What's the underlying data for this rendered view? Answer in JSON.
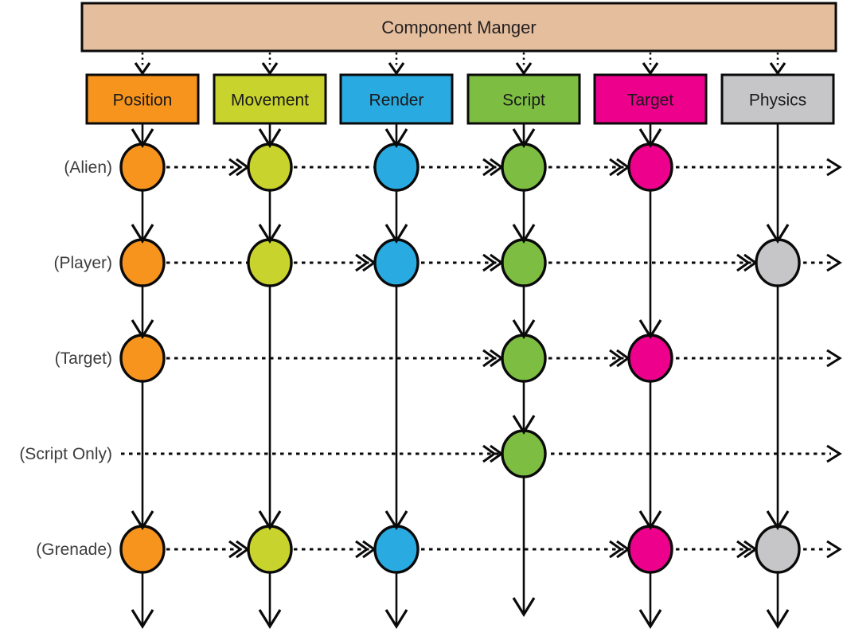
{
  "diagram": {
    "banner": {
      "label": "Component Manger",
      "fill": "#E4BE9D"
    },
    "line_color": "#0A0A0A",
    "label_color": "#3D3D3D",
    "header_text_color": "#1A1A1A",
    "columns": [
      {
        "id": "position",
        "label": "Position",
        "color": "#F7941E"
      },
      {
        "id": "movement",
        "label": "Movement",
        "color": "#C9D32D"
      },
      {
        "id": "render",
        "label": "Render",
        "color": "#29ABE2"
      },
      {
        "id": "script",
        "label": "Script",
        "color": "#7DBE42"
      },
      {
        "id": "target",
        "label": "Target",
        "color": "#EC008C"
      },
      {
        "id": "physics",
        "label": "Physics",
        "color": "#C6C6C8"
      }
    ],
    "rows": [
      {
        "label": "(Alien)",
        "circles": [
          "position",
          "movement",
          "render",
          "script",
          "target"
        ],
        "chevrons_into": [
          "movement",
          "script",
          "target"
        ],
        "dash_from_left": false
      },
      {
        "label": "(Player)",
        "circles": [
          "position",
          "movement",
          "render",
          "script",
          "physics"
        ],
        "chevrons_into": [
          "render",
          "script",
          "physics"
        ],
        "dash_from_left": false
      },
      {
        "label": "(Target)",
        "circles": [
          "position",
          "script",
          "target"
        ],
        "chevrons_into": [
          "script",
          "target"
        ],
        "dash_from_left": false
      },
      {
        "label": "(Script Only)",
        "circles": [
          "script"
        ],
        "chevrons_into": [
          "script"
        ],
        "dash_from_left": true
      },
      {
        "label": "(Grenade)",
        "circles": [
          "position",
          "movement",
          "render",
          "target",
          "physics"
        ],
        "chevrons_into": [
          "movement",
          "render",
          "target",
          "physics"
        ],
        "dash_from_left": false
      }
    ]
  }
}
